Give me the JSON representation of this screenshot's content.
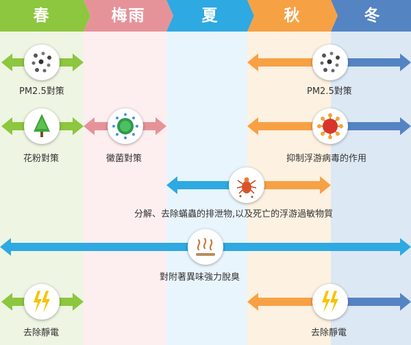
{
  "seasons": [
    {
      "label": "春",
      "color": "#8dc63f",
      "bg": "#eef5e3"
    },
    {
      "label": "梅雨",
      "color": "#e59399",
      "bg": "#fdeef0"
    },
    {
      "label": "夏",
      "color": "#2fa9e1",
      "bg": "#e9f5fc"
    },
    {
      "label": "秋",
      "color": "#f7a145",
      "bg": "#fdf1e1"
    },
    {
      "label": "冬",
      "color": "#5584c3",
      "bg": "#dde8f5"
    }
  ],
  "rows": {
    "pm25_spring": "PM2.5對策",
    "pm25_autumn": "PM2.5對策",
    "pollen": "花粉對策",
    "mold": "黴菌對策",
    "virus": "抑制浮游病毒的作用",
    "mite": "分解、去除蟎蟲的排泄物,以及死亡的浮游過敏物質",
    "odor": "對附著異味強力脫臭",
    "static_spring": "去除靜電",
    "static_autumn": "去除靜電"
  }
}
